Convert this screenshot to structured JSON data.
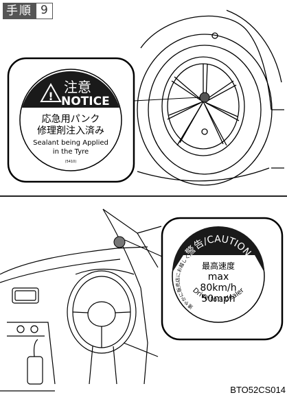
{
  "step": {
    "label": "手順",
    "number": "9"
  },
  "notice_label": {
    "warning_jp": "注意",
    "warning_en": "NOTICE",
    "line1": "応急用パンク",
    "line2": "修理剤注入済み",
    "line3": "Sealant being Applied",
    "line4": "in the Tyre",
    "code": "(5410)"
  },
  "caution_label": {
    "header": "警告/CAUTION",
    "line1": "最高速度",
    "line2": "max",
    "line3": "80km/h",
    "line4": "50mph",
    "arc_jp": "速やかに販売店にお越しください",
    "arc_en": "Drive to a dealer"
  },
  "figure_code": "BTO52CS014"
}
